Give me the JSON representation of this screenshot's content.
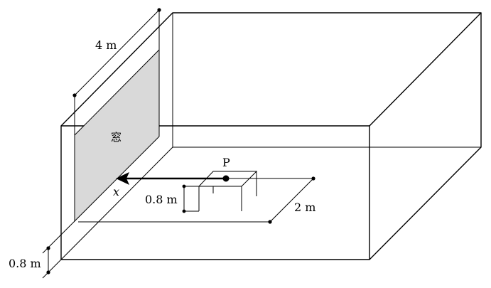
{
  "labels": {
    "window_width": "4 m",
    "window": "窓",
    "point": "P",
    "axis": "x",
    "table_height": "0.8 m",
    "distance_wall": "2 m",
    "window_sill_height": "0.8 m"
  },
  "colors": {
    "window_fill": "#d9d9d9",
    "line": "#000000",
    "background": "#ffffff"
  }
}
